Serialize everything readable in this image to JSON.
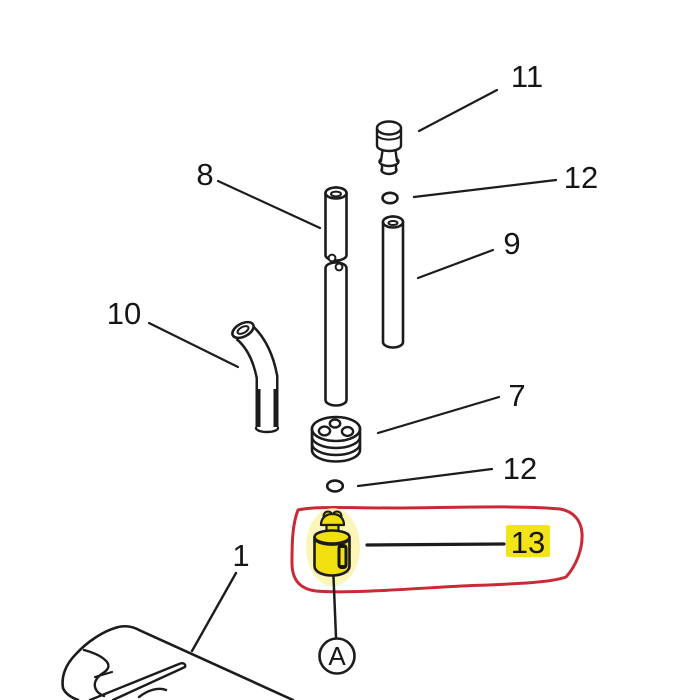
{
  "diagram": {
    "background": "#ffffff",
    "line_color": "#1c1c1c",
    "highlight_loop_color": "#c92a35",
    "highlight_marker_color": "#f2e418",
    "highlighted_part_fill": "#f2df0f",
    "highlight_glow_color": "#f9f1a0",
    "labels": {
      "part11": "11",
      "part12_upper": "12",
      "part8": "8",
      "part9": "9",
      "part10": "10",
      "part7": "7",
      "part12_lower": "12",
      "part13": "13",
      "part1": "1",
      "detail_a": "A"
    },
    "highlighted_part_number": "13"
  }
}
